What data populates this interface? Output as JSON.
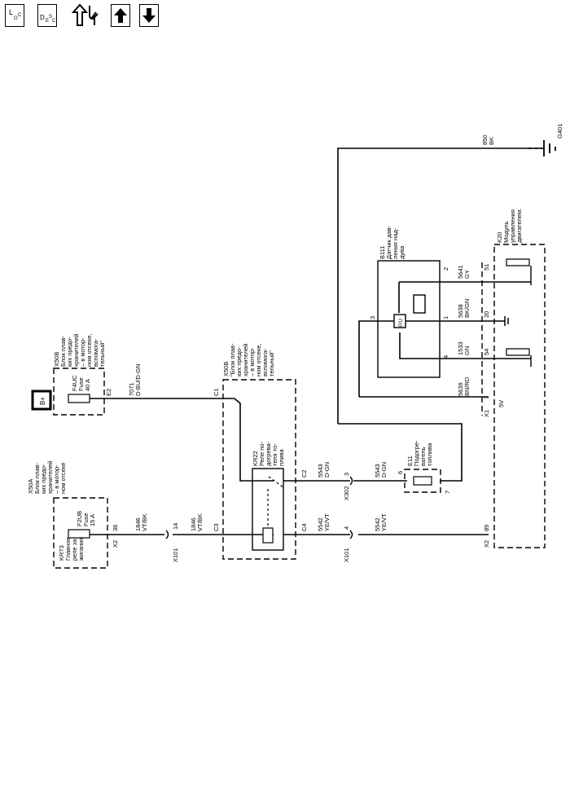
{
  "toolbar": {
    "loc": {
      "big": "L",
      "sub1": "O",
      "sub2": "C"
    },
    "desc": {
      "big": "D",
      "sub1": "E",
      "sub2": "S",
      "sub3": "C"
    },
    "icons": [
      "locator-icon",
      "description-icon",
      "signal-flow-icon",
      "arrow-up-icon",
      "arrow-down-icon"
    ]
  },
  "diagram": {
    "b_plus": "B+",
    "x50b_top": {
      "title": "X50B",
      "desc": [
        "Блок плав-",
        "ких предо-",
        "хранителей",
        "– в мотор-",
        "ном отсеке,",
        "вспомога-",
        "тельный\""
      ],
      "fuse_id": "F4UC",
      "fuse_word": "Fuse",
      "fuse_amp": "40 A",
      "pin": "E2"
    },
    "wire_7071": {
      "num": "7071",
      "color": "D-BU/D-GN"
    },
    "x50a": {
      "title": "X50A",
      "desc": [
        "Блок плав-",
        "ких предо-",
        "хранителей",
        "– в мотор-",
        "ном отсеке"
      ],
      "relay_id": "KR73",
      "relay_desc": [
        "Главное",
        "реле за-",
        "жигания"
      ],
      "fuse_id": "F2UB",
      "fuse_word": "Fuse",
      "fuse_amp": "15 A",
      "conn": "X2",
      "pin": "36"
    },
    "wire_1846": {
      "num": "1846",
      "color": "VT/BK"
    },
    "x101_a": {
      "conn": "X101",
      "pin": "14"
    },
    "x50b_mid": {
      "title": "X50B",
      "desc": [
        "\"Блок плав-",
        "ких предо-",
        "хранителей",
        "– в мотор-",
        "ном отсеке,",
        "вспомога-",
        "тельный\""
      ],
      "pin_c1": "C1",
      "pin_c2": "C2",
      "pin_c3": "C3",
      "pin_c4": "C4"
    },
    "kr22": {
      "id": "KR22",
      "desc": [
        "Реле по-",
        "догрева-",
        "теля то-",
        "плива"
      ]
    },
    "wire_5543": {
      "num": "5543",
      "color": "D-GN"
    },
    "wire_5542": {
      "num": "5542",
      "color": "YE/VT"
    },
    "x302": {
      "conn": "X302",
      "pin": "3"
    },
    "x101_b": {
      "conn": "X101",
      "pin": "4"
    },
    "e11": {
      "id": "E11",
      "desc": [
        "Подогре-",
        "ватель",
        "топлива"
      ],
      "pin_a": "6",
      "pin_b": "7"
    },
    "b111": {
      "id": "B111",
      "desc": [
        "Датчик дав-",
        "ления над-",
        "дува"
      ],
      "pin2": "2",
      "pin3": "3",
      "pin1": "1",
      "pin4": "4",
      "pu": "P/U"
    },
    "wire_5641": {
      "num": "5641",
      "color": "GY"
    },
    "wire_5638": {
      "num": "5638",
      "color": "BK/GN"
    },
    "wire_1533": {
      "num": "1533",
      "color": "GN"
    },
    "wire_5639": {
      "num": "5639",
      "color": "BN/RD"
    },
    "wire_850": {
      "num": "850",
      "color": "BK"
    },
    "ground": "G401",
    "k20": {
      "id": "K20",
      "desc": [
        "Модуль",
        "управления",
        "двигателем."
      ],
      "conn_x1": "X1",
      "conn_x2": "X2",
      "pin51": "51",
      "pin20": "20",
      "pin54": "54",
      "pin7": "7",
      "pin89": "89",
      "v5": "5V"
    }
  }
}
